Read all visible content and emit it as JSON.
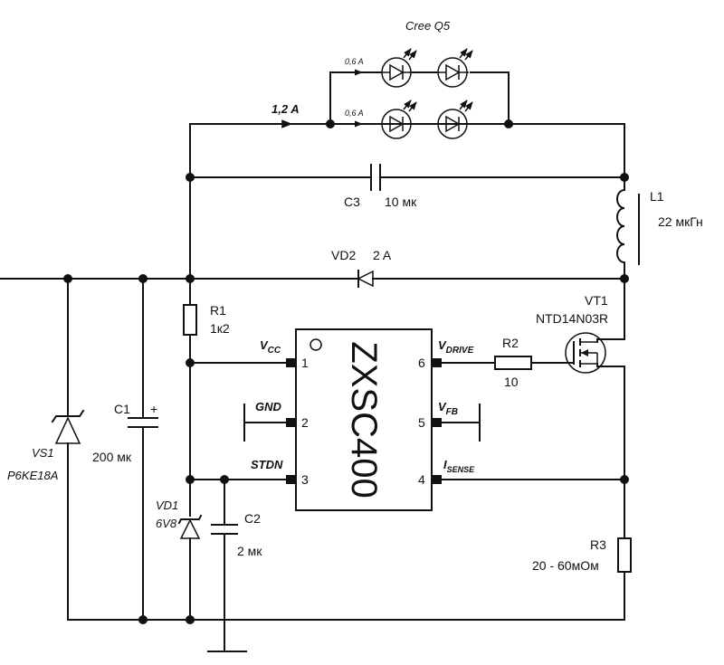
{
  "labels": {
    "led_group": "Cree Q5",
    "current_main": "1,2 A",
    "current_branch_1": "0,6 A",
    "current_branch_2": "0,6 A",
    "c3_name": "C3",
    "c3_value": "10 мк",
    "l1_name": "L1",
    "l1_value": "22 мкГн",
    "vd2_name": "VD2",
    "vd2_value": "2 A",
    "r1_name": "R1",
    "r1_value": "1к2",
    "vt1_name": "VT1",
    "vt1_value": "NTD14N03R",
    "r2_name": "R2",
    "r2_value": "10",
    "c1_name": "C1",
    "c1_value": "200 мк",
    "c1_polarity": "+",
    "vs1_name": "VS1",
    "vs1_value": "P6KE18A",
    "vd1_name": "VD1",
    "vd1_value": "6V8",
    "c2_name": "C2",
    "c2_value": "2 мк",
    "r3_name": "R3",
    "r3_value": "20 - 60мОм"
  },
  "ic": {
    "name": "ZXSC400",
    "pins": {
      "vcc_base": "V",
      "vcc_sub": "CC",
      "vcc_num": "1",
      "gnd": "GND",
      "gnd_num": "2",
      "stdn": "STDN",
      "stdn_num": "3",
      "vdrive_base": "V",
      "vdrive_sub": "DRIVE",
      "vdrive_num": "6",
      "vfb_base": "V",
      "vfb_sub": "FB",
      "vfb_num": "5",
      "isense_base": "I",
      "isense_sub": "SENSE",
      "isense_num": "4"
    }
  }
}
